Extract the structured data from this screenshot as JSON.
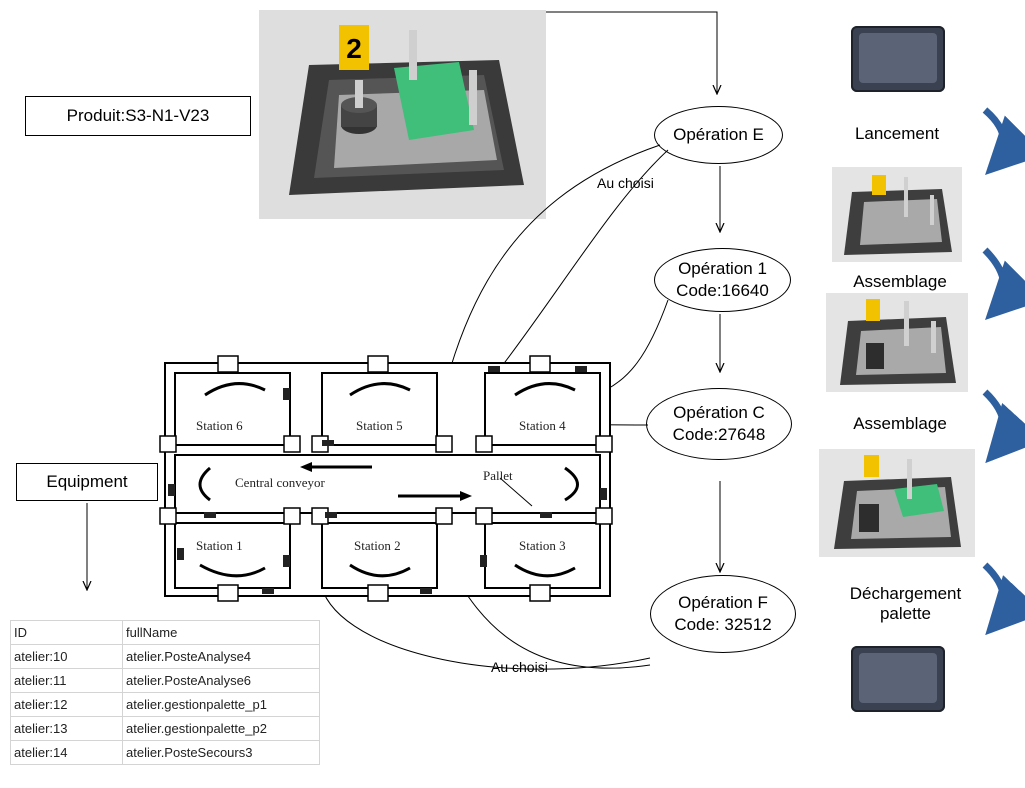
{
  "product_label": "Produit:S3-N1-V23",
  "equipment_label": "Equipment",
  "operations": [
    {
      "line1": "Opération E",
      "line2": ""
    },
    {
      "line1": "Opération 1",
      "line2": "Code:16640"
    },
    {
      "line1": "Opération C",
      "line2": "Code:27648"
    },
    {
      "line1": "Opération F",
      "line2": "Code: 32512"
    }
  ],
  "au_choisi": [
    "Au choisi",
    "Au choisi"
  ],
  "steps": [
    "Lancement",
    "Assemblage",
    "Assemblage",
    "Déchargement palette"
  ],
  "stations": [
    "Station 6",
    "Station 5",
    "Station 4",
    "Station 1",
    "Station 2",
    "Station 3"
  ],
  "central_conveyor": "Central conveyor",
  "pallet": "Pallet",
  "photo_badge": "2",
  "equipment_table": {
    "headers": [
      "ID",
      "fullName"
    ],
    "rows": [
      [
        "atelier:10",
        "atelier.PosteAnalyse4"
      ],
      [
        "atelier:11",
        "atelier.PosteAnalyse6"
      ],
      [
        "atelier:12",
        "atelier.gestionpalette_p1"
      ],
      [
        "atelier:13",
        "atelier.gestionpalette_p2"
      ],
      [
        "atelier:14",
        "atelier.PosteSecours3"
      ]
    ]
  },
  "colors": {
    "pallet_body": "#4a4a4a",
    "green_block": "#3fbf7a",
    "flow_arrow": "#2e5f9f",
    "badge": "#f2c200"
  }
}
